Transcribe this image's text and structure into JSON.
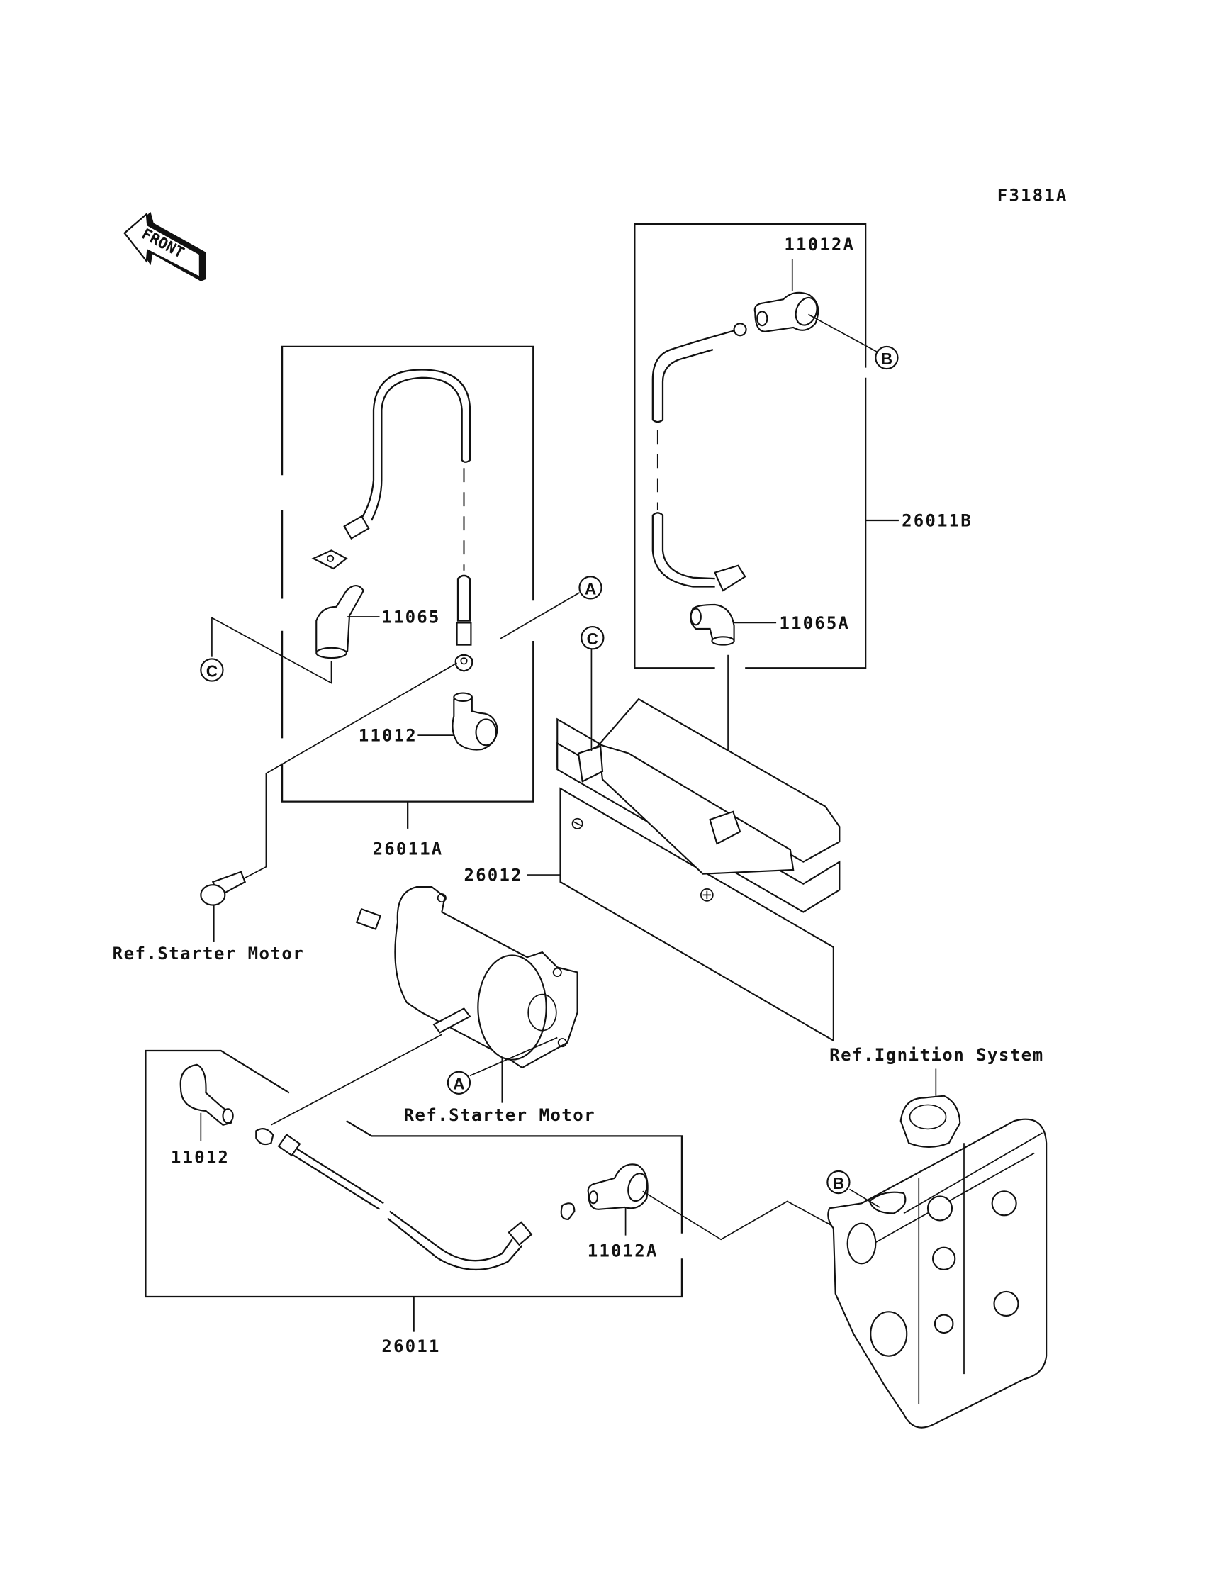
{
  "figure_code": "F3181A",
  "front_indicator": "FRONT",
  "part_labels": {
    "p11012A_top": "11012A",
    "p26011B": "26011B",
    "p11065A": "11065A",
    "p11065": "11065",
    "p11012_mid": "11012",
    "p26011A": "26011A",
    "p26012": "26012",
    "p11012_bot": "11012",
    "p11012A_bot": "11012A",
    "p26011": "26011"
  },
  "references": {
    "starter_motor_bolt": "Ref.Starter Motor",
    "starter_motor": "Ref.Starter Motor",
    "ignition_system": "Ref.Ignition System"
  },
  "connectors": {
    "A_top": "A",
    "A_bottom": "A",
    "B_top": "B",
    "B_bottom": "B",
    "C_left": "C",
    "C_battery": "C"
  },
  "battery_terminals": {
    "negative": "−",
    "positive": "+"
  }
}
